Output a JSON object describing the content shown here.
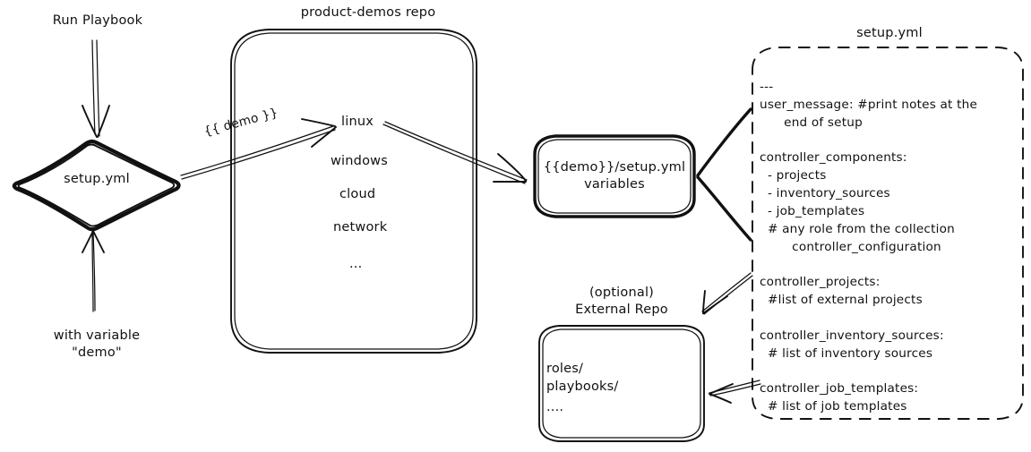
{
  "diagram": {
    "title_implicit": "Ansible product-demos setup.yml flow",
    "colors": {
      "ink": "#111111",
      "paper": "#ffffff"
    },
    "nodes": {
      "run_playbook_label": "Run Playbook",
      "with_variable_label": "with variable\n\"demo\"",
      "setup_diamond": "setup.yml",
      "repo_title": "product-demos repo",
      "repo_items": [
        "linux",
        "windows",
        "cloud",
        "network",
        "..."
      ],
      "edge_demo_label": "{{ demo }}",
      "variables_box": "{{demo}}/setup.yml\nvariables",
      "external_repo_title": "(optional)\nExternal Repo",
      "external_repo_items": [
        "roles/",
        "playbooks/",
        "...."
      ],
      "setup_panel_title": "setup.yml"
    },
    "setup_panel_lines": [
      "---",
      "user_message: #print notes at the",
      "      end of setup",
      "",
      "controller_components:",
      "  - projects",
      "  - inventory_sources",
      "  - job_templates",
      "  # any role from the collection",
      "        controller_configuration",
      "",
      "controller_projects:",
      "  #list of external projects",
      "",
      "controller_inventory_sources:",
      "  # list of inventory sources",
      "",
      "controller_job_templates:",
      "  # list of job templates"
    ]
  }
}
